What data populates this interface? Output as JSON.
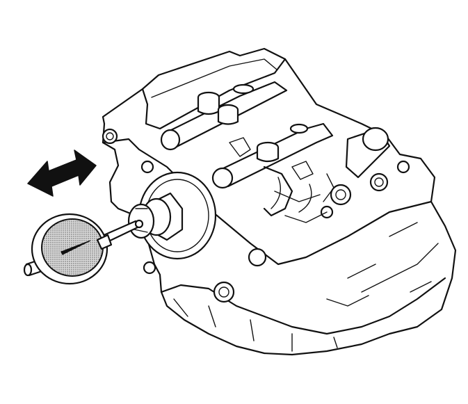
{
  "figure": {
    "components": [
      {
        "name": "cylinder-head",
        "icon": "engine-block-icon"
      },
      {
        "name": "camshaft",
        "icon": "camshaft-icon"
      },
      {
        "name": "dial-indicator",
        "icon": "dial-gauge-icon"
      },
      {
        "name": "movement-arrow",
        "icon": "double-arrow-icon"
      }
    ],
    "colors": {
      "line": "#111111",
      "background": "#ffffff",
      "dial_shade": "#bdbdbd"
    }
  }
}
